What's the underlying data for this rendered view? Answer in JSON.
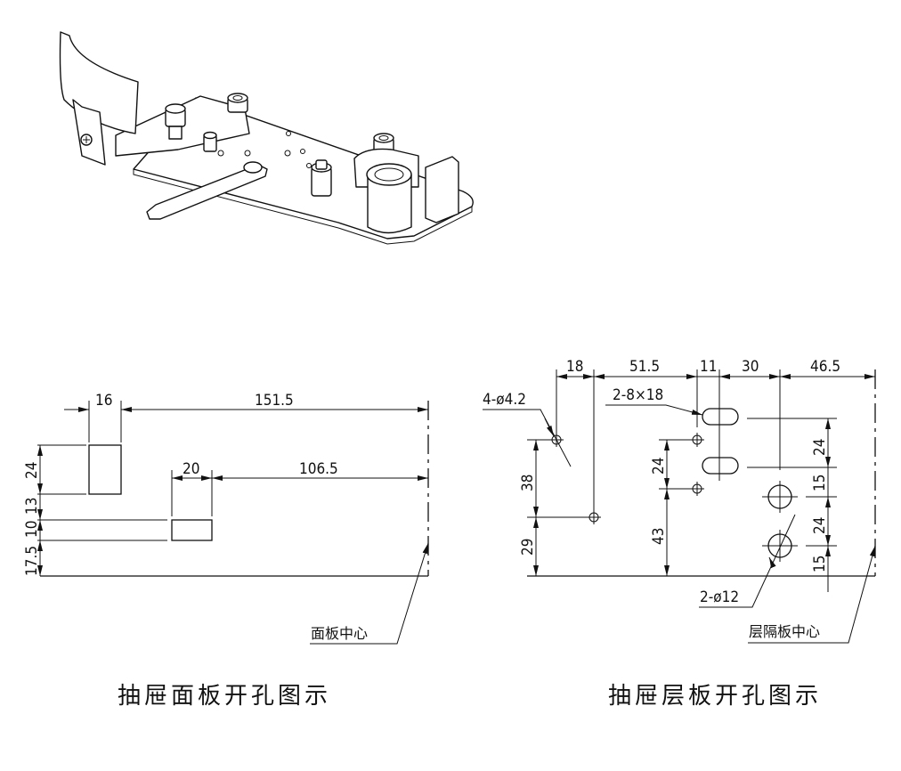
{
  "illustration": {
    "name": "drawer-lock-assembly-3d",
    "description": "isometric line drawing of drawer lock mechanism"
  },
  "panel_drawing": {
    "caption": "抽屉面板开孔图示",
    "center_label": "面板中心",
    "dims": {
      "hole1_width": "16",
      "hole1_to_center": "151.5",
      "hole2_width": "20",
      "hole2_to_center": "106.5",
      "hole1_height": "24",
      "gap": "13",
      "hole2_height": "10",
      "bottom_offset": "17.5"
    }
  },
  "shelf_drawing": {
    "caption": "抽屉层板开孔图示",
    "center_label": "层隔板中心",
    "callouts": {
      "small_holes": "4-ø4.2",
      "slots": "2-8×18",
      "big_holes": "2-ø12"
    },
    "dims": {
      "top": [
        "18",
        "51.5",
        "11",
        "30",
        "46.5"
      ],
      "left_38": "38",
      "left_29": "29",
      "mid_24": "24",
      "mid_43": "43",
      "right": [
        "24",
        "15",
        "24",
        "15"
      ]
    }
  }
}
